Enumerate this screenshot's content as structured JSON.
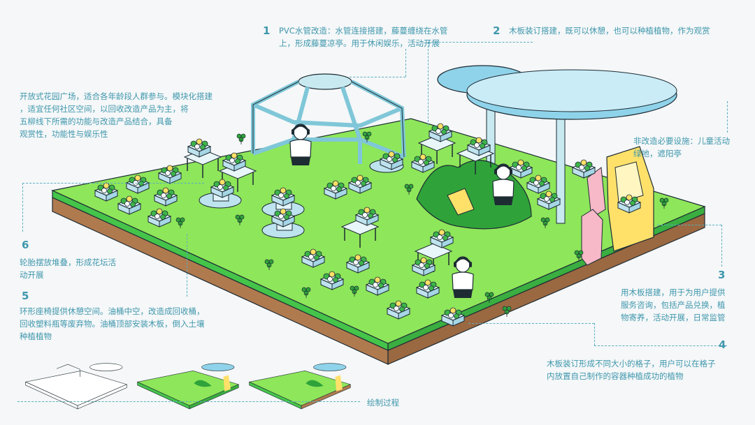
{
  "annotations": [
    {
      "id": "1",
      "num": "1",
      "text": "PVC水管改造：水管连接搭建，藤蔓缠绕在水管\n上，形成藤蔓凉亭。用于休闲娱乐，活动开展"
    },
    {
      "id": "2",
      "num": "2",
      "text": "木板装订搭建，既可以休憩，也可以种植植物，作为观赏"
    },
    {
      "id": "intro",
      "num": "",
      "text": "开放式花园广场，适合各年龄段人群参与。模块化搭建\n，适宜任何社区空间，以回收改造产品为主，将\n五柳线下所需的功能与改造产品结合，具备\n观赏性，功能性与娱乐性"
    },
    {
      "id": "nonmod",
      "num": "",
      "text": "非改造必要设施：儿童活动\n绿地，遮阳亭"
    },
    {
      "id": "6",
      "num": "6",
      "text": "轮胎摆放堆叠，形成花坛活\n动开展"
    },
    {
      "id": "5",
      "num": "5",
      "text": "环形座椅提供休憩空间。油桶中空，改造成回收桶，\n回收塑料瓶等废弃物。油桶顶部安装木板，倒入土壤\n种植植物"
    },
    {
      "id": "3",
      "num": "3",
      "text": "用木板搭建，用于为用户提供\n服务咨询，包括产品兑换，植\n物寄养，活动开展，日常监管"
    },
    {
      "id": "4",
      "num": "4",
      "text": "木板装订形成不同大小的格子，用户可以在格子\n内放置自己制作的容器种植成功的植物"
    }
  ],
  "process_caption": "绘制过程",
  "palette": {
    "accent": "#3f97ad",
    "grass": "#8ee65a",
    "grass_side": "#45c44a",
    "soil": "#b07a4f",
    "structure": "#c8e9f0",
    "canopy": "#8fd3ea",
    "hill": "#2fa33a",
    "booth": "#ffe16a",
    "pink": "#f7b8c8"
  }
}
